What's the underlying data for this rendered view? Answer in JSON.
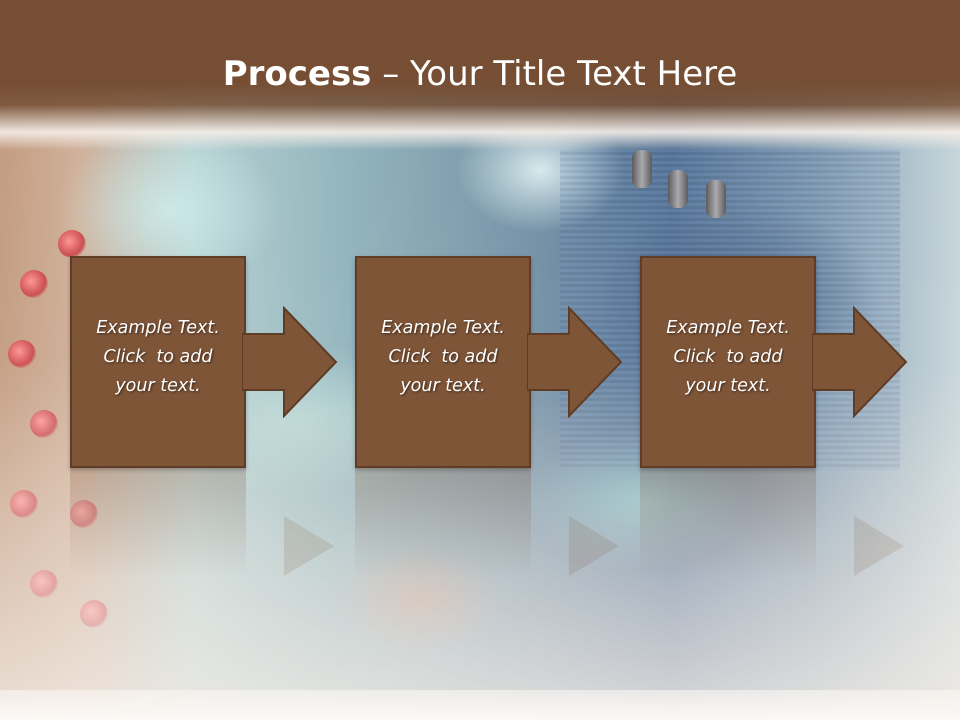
{
  "slide": {
    "title_bold": "Process",
    "title_rest": " – Your Title Text Here"
  },
  "steps": [
    {
      "line1": "Example Text.",
      "line2": "Click  to add",
      "line3": "your text."
    },
    {
      "line1": "Example Text.",
      "line2": "Click  to add",
      "line3": "your text."
    },
    {
      "line1": "Example Text.",
      "line2": "Click  to add",
      "line3": "your text."
    }
  ],
  "colors": {
    "header": "#754e33",
    "box_fill": "#7f5538",
    "box_border": "#5e3c25",
    "text": "#ffffff"
  },
  "icons": [
    "right-arrow-icon"
  ]
}
